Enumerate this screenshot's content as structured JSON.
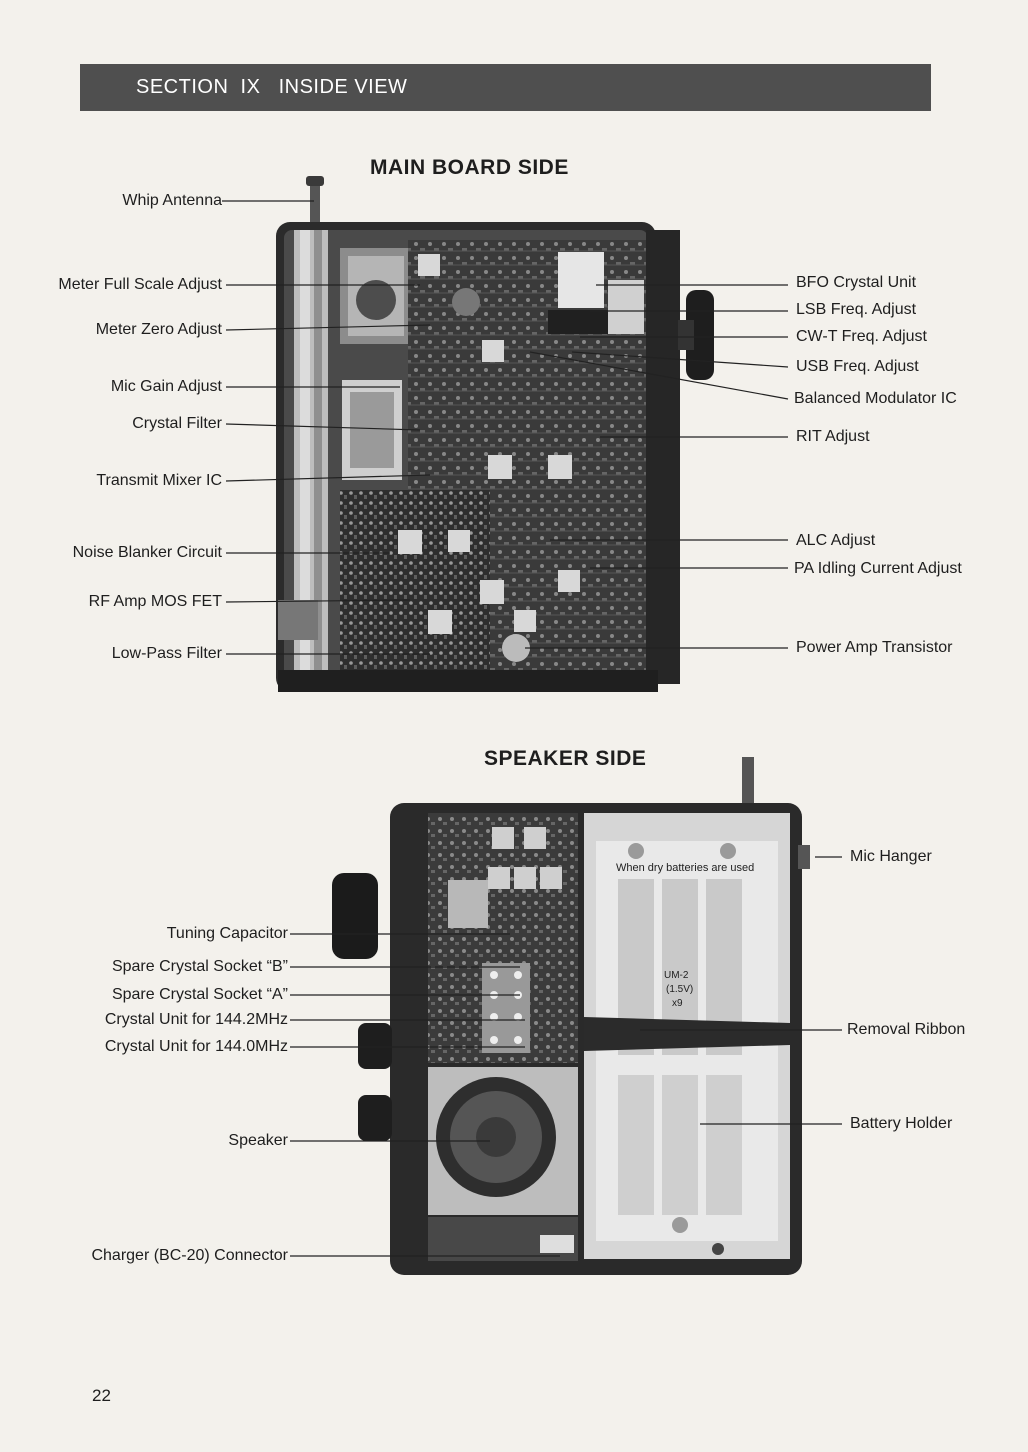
{
  "header": {
    "section": "SECTION  IX   INSIDE VIEW"
  },
  "main_board": {
    "title": "MAIN BOARD SIDE",
    "labels_left": [
      "Whip Antenna",
      "Meter Full Scale Adjust",
      "Meter Zero Adjust",
      "Mic Gain Adjust",
      "Crystal Filter",
      "Transmit Mixer IC",
      "Noise Blanker Circuit",
      "RF Amp MOS FET",
      "Low-Pass Filter"
    ],
    "labels_right": [
      "BFO Crystal Unit",
      "LSB Freq. Adjust",
      "CW-T Freq. Adjust",
      "USB Freq. Adjust",
      "Balanced Modulator IC",
      "RIT Adjust",
      "ALC Adjust",
      "PA Idling Current Adjust",
      "Power Amp Transistor"
    ]
  },
  "speaker": {
    "title": "SPEAKER SIDE",
    "labels_left": [
      "Tuning Capacitor",
      "Spare Crystal Socket “B”",
      "Spare Crystal Socket “A”",
      "Crystal Unit for 144.2MHz",
      "Crystal Unit for 144.0MHz",
      "Speaker",
      "Charger (BC-20) Connector"
    ],
    "labels_right": [
      "Mic Hanger",
      "Removal Ribbon",
      "Battery Holder"
    ],
    "battery_text": {
      "line1": "When dry batteries are used",
      "type": "UM-2",
      "voltage": "(1.5V)",
      "count": "x9"
    }
  },
  "footer": {
    "page_number": "22"
  }
}
